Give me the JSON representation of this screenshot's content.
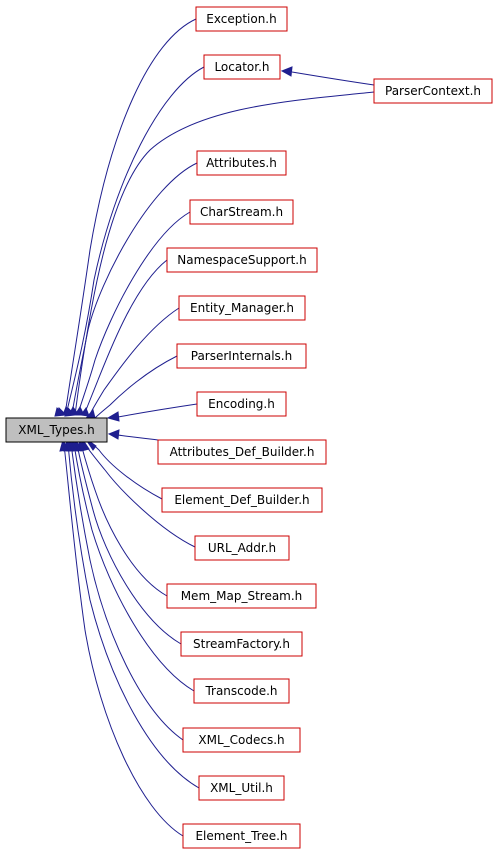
{
  "colors": {
    "edge": "#1f1f8f",
    "node_border": "#cc0000",
    "root_fill": "#bfbfbf",
    "root_border": "#000000"
  },
  "nodes": {
    "xml_types": "XML_Types.h",
    "exception": "Exception.h",
    "locator": "Locator.h",
    "parser_context": "ParserContext.h",
    "attributes": "Attributes.h",
    "char_stream": "CharStream.h",
    "namespace_support": "NamespaceSupport.h",
    "entity_manager": "Entity_Manager.h",
    "parser_internals": "ParserInternals.h",
    "encoding": "Encoding.h",
    "attributes_def_builder": "Attributes_Def_Builder.h",
    "element_def_builder": "Element_Def_Builder.h",
    "url_addr": "URL_Addr.h",
    "mem_map_stream": "Mem_Map_Stream.h",
    "stream_factory": "StreamFactory.h",
    "transcode": "Transcode.h",
    "xml_codecs": "XML_Codecs.h",
    "xml_util": "XML_Util.h",
    "element_tree": "Element_Tree.h"
  }
}
